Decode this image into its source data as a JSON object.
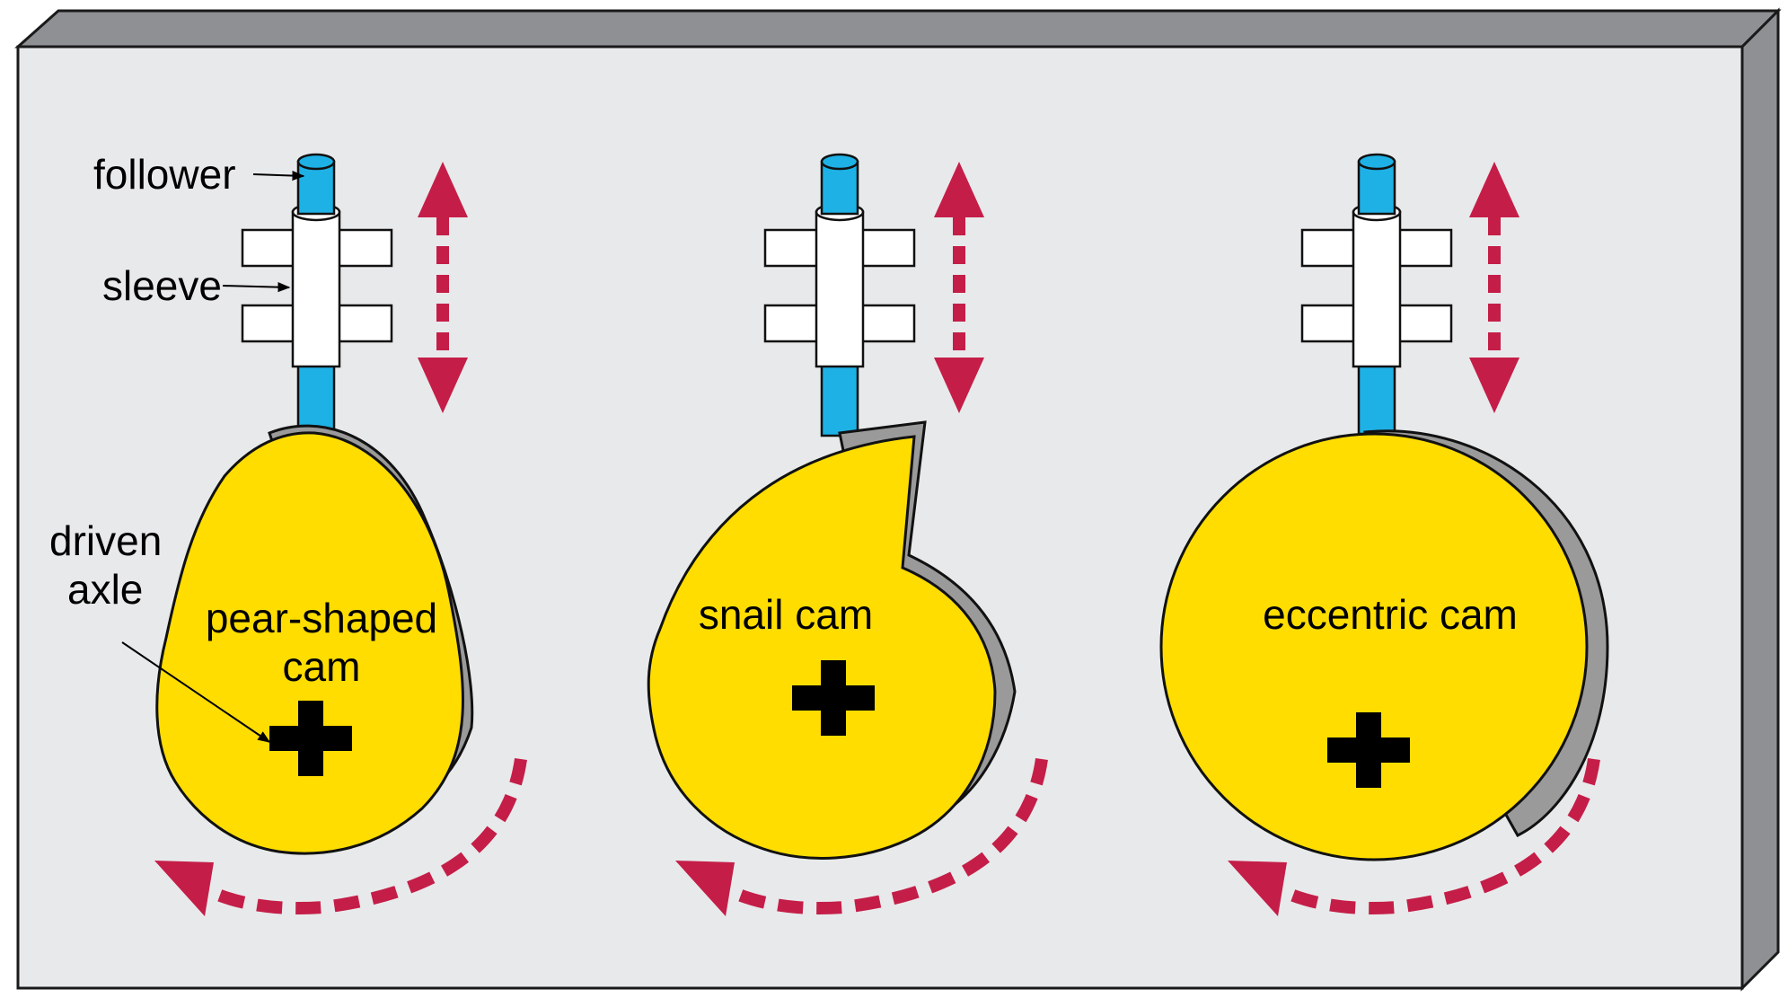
{
  "labels": {
    "follower": "follower",
    "sleeve": "sleeve",
    "driven_axle_line1": "driven",
    "driven_axle_line2": "axle"
  },
  "cams": [
    {
      "name_line1": "pear-shaped",
      "name_line2": "cam"
    },
    {
      "name_line1": "snail cam"
    },
    {
      "name_line1": "eccentric cam"
    }
  ],
  "colors": {
    "board_face": "#e8e9eb",
    "board_side": "#8e9094",
    "cam_fill": "#ffdd00",
    "cam_edge": "#9a9a9a",
    "follower": "#1eb1e6",
    "arrow": "#c41e48",
    "axle": "#000000"
  },
  "icons": {
    "vertical_motion": "double-headed-vertical-arrow",
    "rotation": "curved-dashed-rotation-arrow"
  }
}
